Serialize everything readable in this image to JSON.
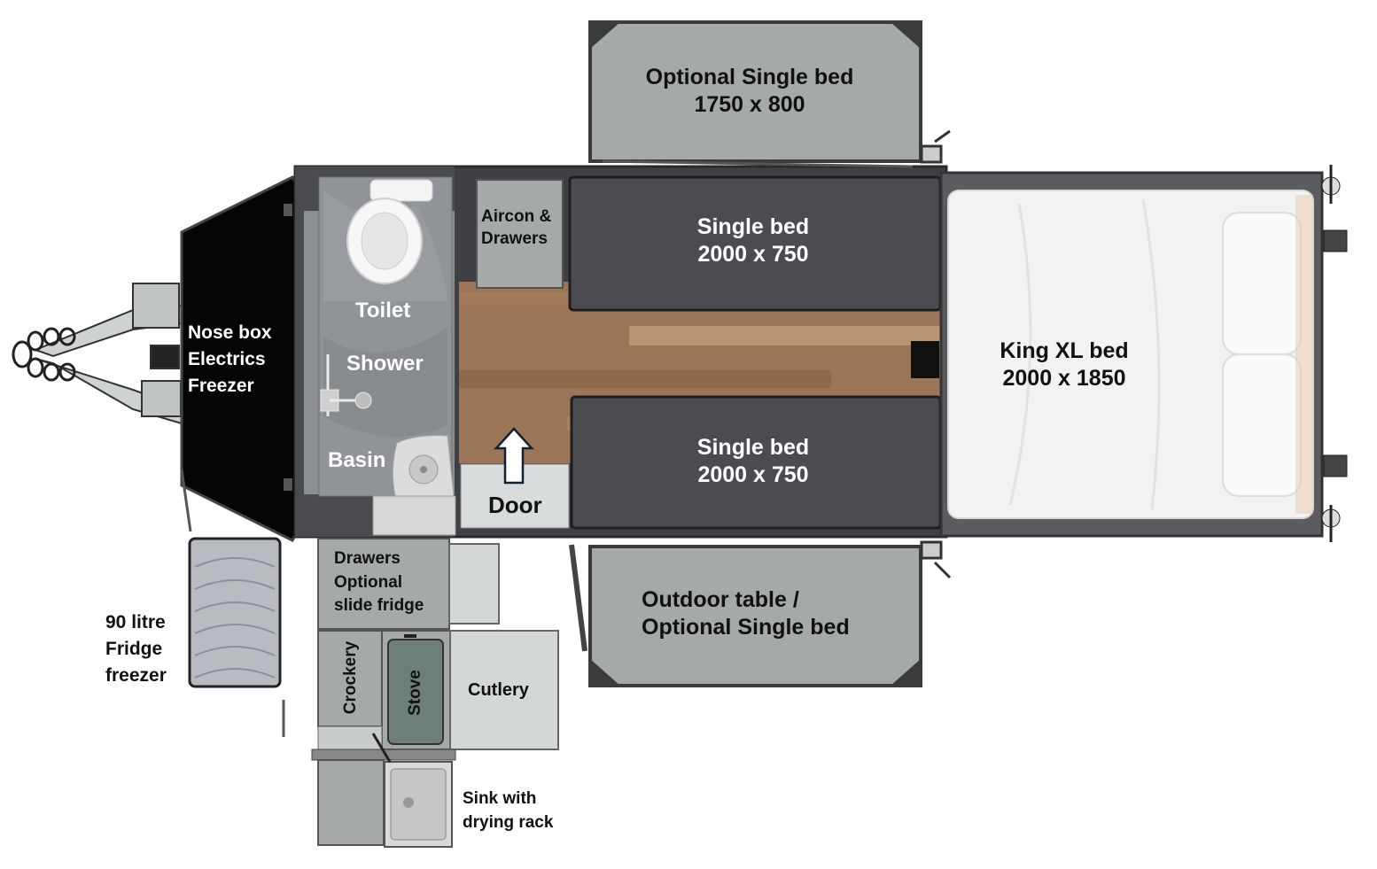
{
  "colors": {
    "panel_grey": "#a5a9aa",
    "dark_bed": "#4a4c52",
    "frame": "#3a3b3d",
    "nose_box": "#050505",
    "bathroom": "#8b8e93",
    "floor_wood": "#9a7557",
    "king_bed": "#f2f2f2",
    "light_panel": "#d8dbdb",
    "stove": "#6e7f7a"
  },
  "labels": {
    "optional_single_bed_top": [
      "Optional Single bed",
      "1750 x 800"
    ],
    "aircon_drawers": [
      "Aircon &",
      "Drawers"
    ],
    "single_bed_upper": [
      "Single bed",
      "2000 x 750"
    ],
    "single_bed_lower": [
      "Single bed",
      "2000 x 750"
    ],
    "king_bed": [
      "King XL bed",
      "2000 x 1850"
    ],
    "nose_box": [
      "Nose box",
      "Electrics",
      "Freezer"
    ],
    "toilet": "Toilet",
    "shower": "Shower",
    "basin": "Basin",
    "door": "Door",
    "drawers_fridge": [
      "Drawers",
      "Optional",
      "slide fridge"
    ],
    "fridge_freezer": [
      "90 litre",
      "Fridge",
      "freezer"
    ],
    "crockery": "Crockery",
    "stove": "Stove",
    "cutlery": "Cutlery",
    "sink": [
      "Sink with",
      "drying rack"
    ],
    "outdoor_table": [
      "Outdoor table /",
      "Optional Single bed"
    ]
  }
}
